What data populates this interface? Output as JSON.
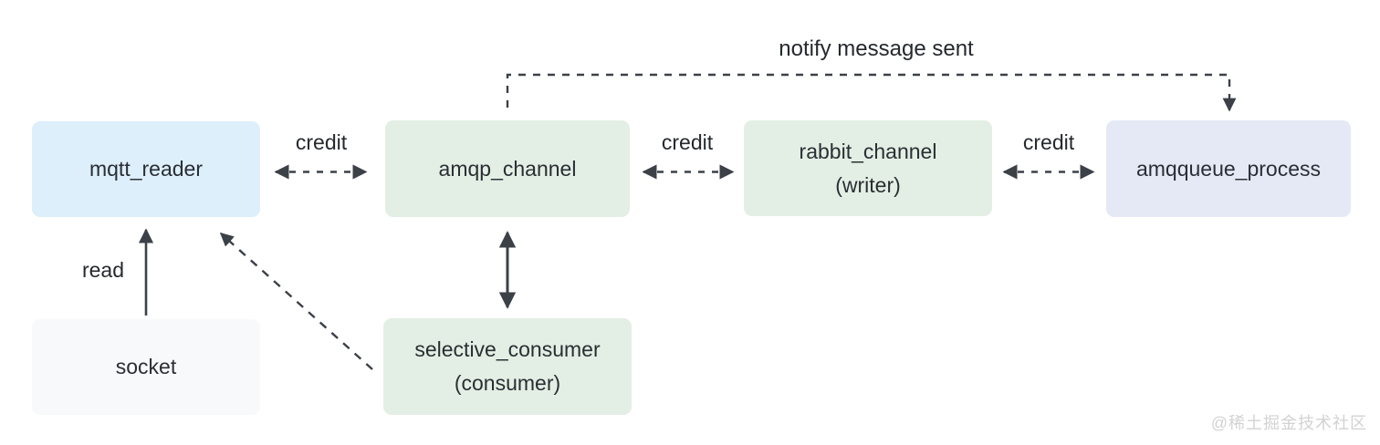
{
  "diagram": {
    "title": "",
    "nodes": {
      "mqtt_reader": {
        "label": "mqtt_reader"
      },
      "amqp_channel": {
        "label": "amqp_channel"
      },
      "rabbit_channel": {
        "label": "rabbit_channel",
        "sublabel": "(writer)"
      },
      "amqqueue_process": {
        "label": "amqqueue_process"
      },
      "socket": {
        "label": "socket"
      },
      "selective_consumer": {
        "label": "selective_consumer",
        "sublabel": "(consumer)"
      }
    },
    "edges": [
      {
        "from": "mqtt_reader",
        "to": "amqp_channel",
        "label": "credit",
        "style": "dashed",
        "direction": "both"
      },
      {
        "from": "amqp_channel",
        "to": "rabbit_channel",
        "label": "credit",
        "style": "dashed",
        "direction": "both"
      },
      {
        "from": "rabbit_channel",
        "to": "amqqueue_process",
        "label": "credit",
        "style": "dashed",
        "direction": "both"
      },
      {
        "from": "amqp_channel",
        "to": "amqqueue_process",
        "label": "notify message sent",
        "style": "dashed",
        "direction": "forward"
      },
      {
        "from": "socket",
        "to": "mqtt_reader",
        "label": "read",
        "style": "solid",
        "direction": "forward"
      },
      {
        "from": "amqp_channel",
        "to": "selective_consumer",
        "label": "",
        "style": "solid",
        "direction": "both"
      },
      {
        "from": "selective_consumer",
        "to": "mqtt_reader",
        "label": "",
        "style": "dashed",
        "direction": "forward"
      }
    ],
    "colors": {
      "background": "#ffffff",
      "arrow": "#3c4148",
      "text": "#2a2e34",
      "node_mqtt_reader": "#ddeffb",
      "node_green": "#e3efe4",
      "node_amqqueue_process": "#e4e9f5",
      "node_socket": "#f7f9fb",
      "watermark": "#d2d2d2"
    },
    "watermark": "@稀土掘金技术社区"
  }
}
